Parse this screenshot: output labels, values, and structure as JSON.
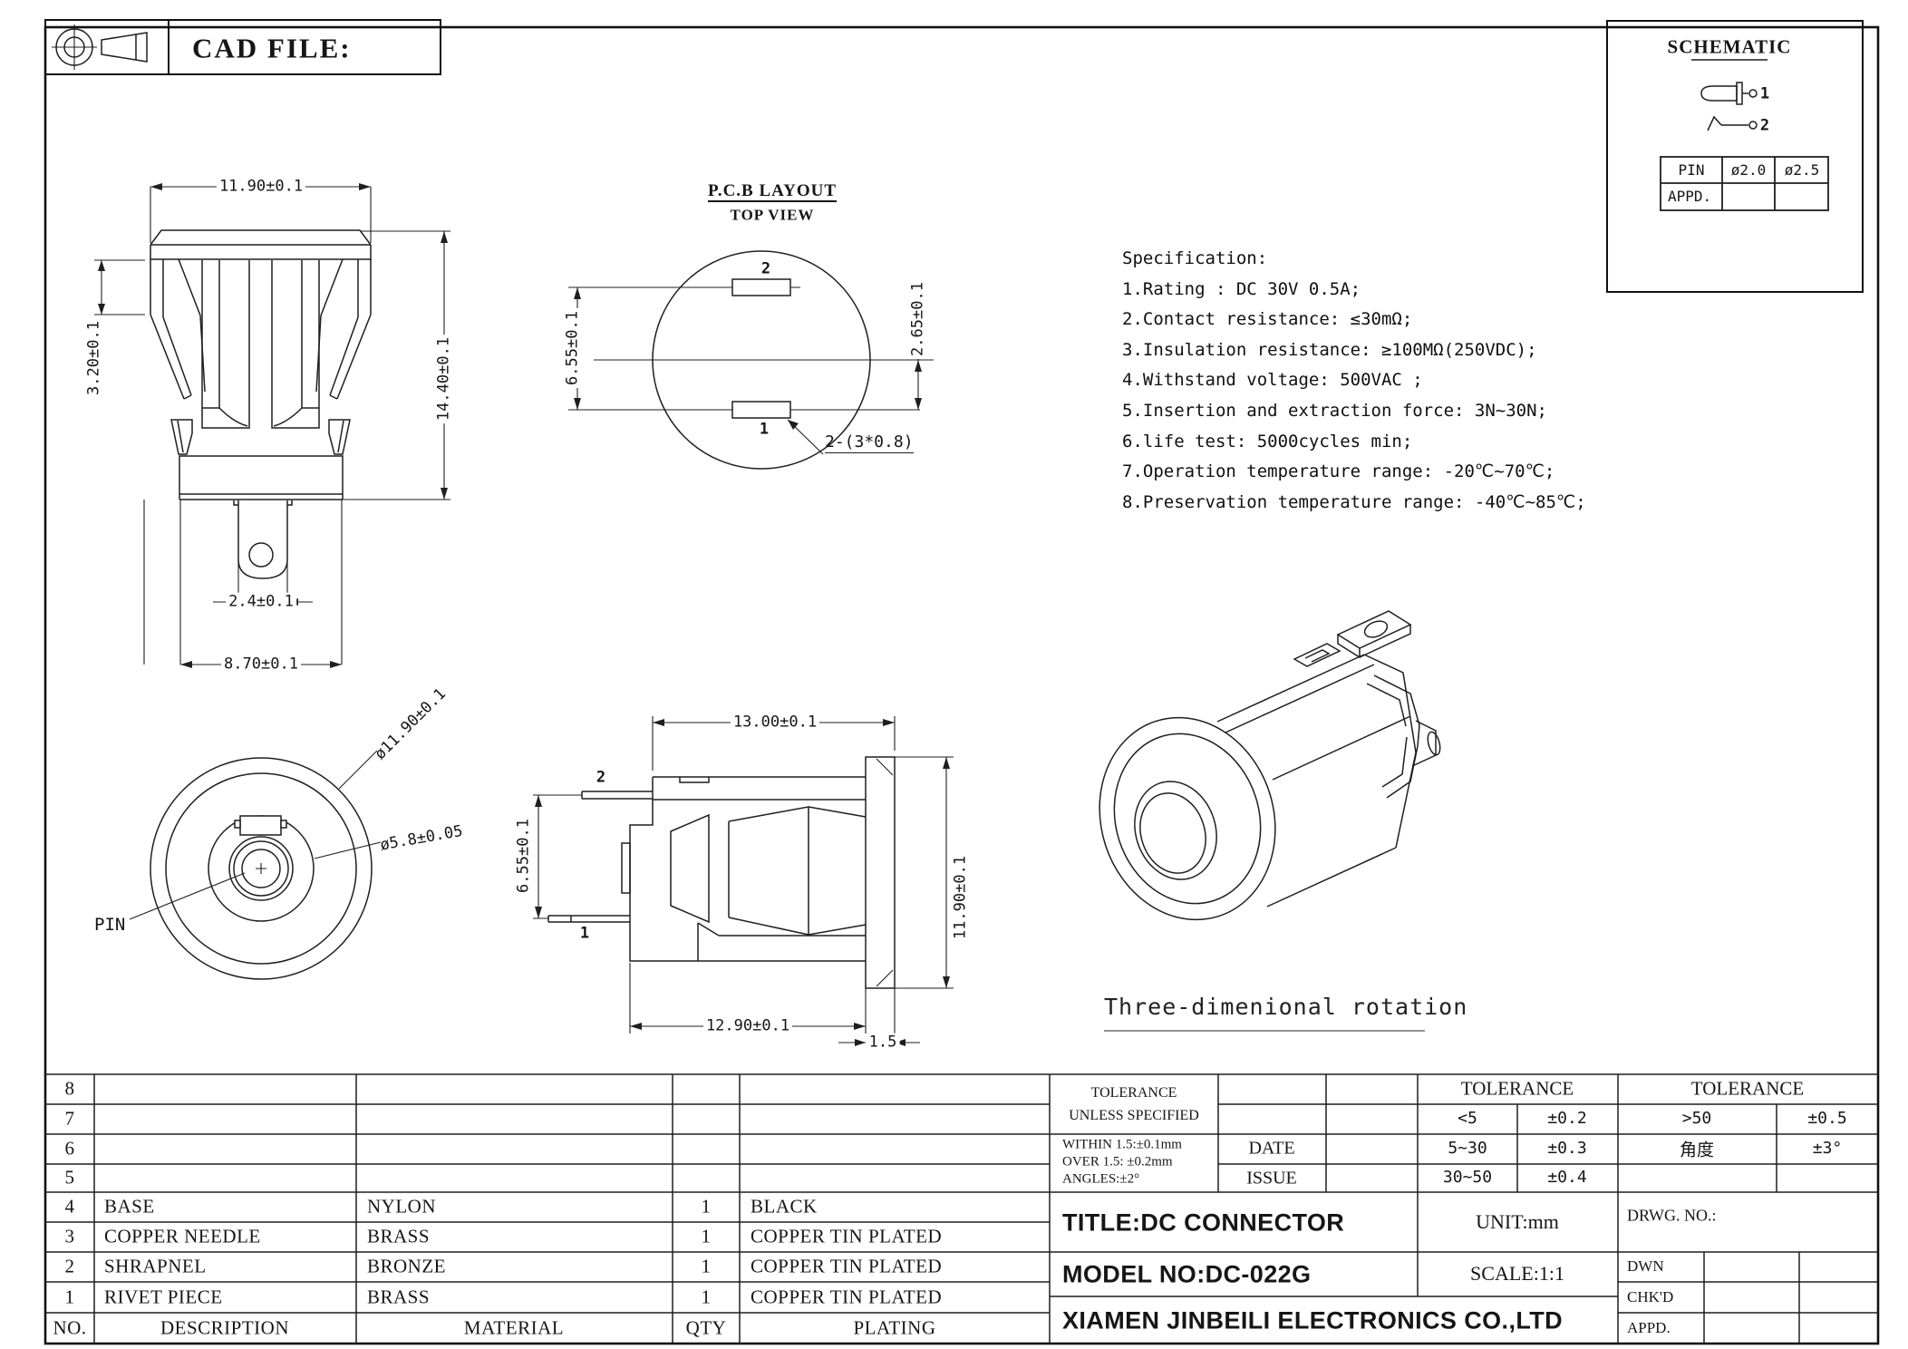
{
  "sheet": {
    "cad_file_label": "CAD FILE:"
  },
  "schematic": {
    "title": "SCHEMATIC",
    "plug_pin_label": "1",
    "plug_sleeve_label": "2",
    "table": {
      "r1c1": "PIN",
      "r1c2": "ø2.0",
      "r1c3": "ø2.5",
      "r2c1": "APPD.",
      "r2c2": "",
      "r2c3": ""
    }
  },
  "specification": {
    "lines": [
      "Specification:",
      "1.Rating : DC 30V 0.5A;",
      "2.Contact resistance: ≤30mΩ;",
      "3.Insulation resistance: ≥100MΩ(250VDC);",
      "4.Withstand voltage: 500VAC ;",
      "5.Insertion and extraction force: 3N~30N;",
      "6.life test: 5000cycles min;",
      "7.Operation temperature range: -20℃~70℃;",
      "8.Preservation temperature range: -40℃~85℃;"
    ]
  },
  "views": {
    "front": {
      "dim_width": "11.90±0.1",
      "dim_latch": "3.20±0.1",
      "dim_height": "14.40±0.1",
      "dim_tab": "2.4±0.1",
      "dim_base": "8.70±0.1"
    },
    "pcb": {
      "title": "P.C.B LAYOUT",
      "subtitle": "TOP VIEW",
      "pad_top": "2",
      "pad_bottom": "1",
      "dim_pitch": "6.55±0.1",
      "dim_offset": "2.65±0.1",
      "hole_note": "2-(3*0.8)"
    },
    "bottom": {
      "pin_label": "PIN",
      "dim_outer": "ø11.90±0.1",
      "dim_inner": "ø5.8±0.05"
    },
    "side": {
      "pin_top": "2",
      "pin_bottom": "1",
      "dim_top": "13.00±0.1",
      "dim_left": "6.55±0.1",
      "dim_right": "11.90±0.1",
      "dim_bottom": "12.90±0.1",
      "dim_flange": "1.5"
    },
    "iso": {
      "caption": "Three-dimenional rotation"
    }
  },
  "title_block": {
    "bom": {
      "headers": {
        "no": "NO.",
        "description": "DESCRIPTION",
        "material": "MATERIAL",
        "qty": "QTY",
        "plating": "PLATING"
      },
      "rows": [
        {
          "no": "8",
          "description": "",
          "material": "",
          "qty": "",
          "plating": ""
        },
        {
          "no": "7",
          "description": "",
          "material": "",
          "qty": "",
          "plating": ""
        },
        {
          "no": "6",
          "description": "",
          "material": "",
          "qty": "",
          "plating": ""
        },
        {
          "no": "5",
          "description": "",
          "material": "",
          "qty": "",
          "plating": ""
        },
        {
          "no": "4",
          "description": "BASE",
          "material": "NYLON",
          "qty": "1",
          "plating": "BLACK"
        },
        {
          "no": "3",
          "description": "COPPER NEEDLE",
          "material": "BRASS",
          "qty": "1",
          "plating": "COPPER TIN PLATED"
        },
        {
          "no": "2",
          "description": "SHRAPNEL",
          "material": "BRONZE",
          "qty": "1",
          "plating": "COPPER TIN PLATED"
        },
        {
          "no": "1",
          "description": "RIVET PIECE",
          "material": "BRASS",
          "qty": "1",
          "plating": "COPPER TIN PLATED"
        }
      ]
    },
    "tolerance_note": {
      "l1": "TOLERANCE",
      "l2": "UNLESS SPECIFIED"
    },
    "tolerance_detail": {
      "l1": "WITHIN 1.5:±0.1mm",
      "l2": "OVER 1.5: ±0.2mm",
      "l3": "ANGLES:±2°"
    },
    "date_label": "DATE",
    "issue_label": "ISSUE",
    "tol_mid": {
      "header": "TOLERANCE",
      "r1a": "<5",
      "r1b": "±0.2",
      "r2a": "5~30",
      "r2b": "±0.3",
      "r3a": "30~50",
      "r3b": "±0.4"
    },
    "tol_right": {
      "header": "TOLERANCE",
      "r1a": ">50",
      "r1b": "±0.5",
      "r2a": "角度",
      "r2b": "±3°"
    },
    "title": "TITLE:DC CONNECTOR",
    "model": "MODEL NO:DC-022G",
    "company": "XIAMEN JINBEILI ELECTRONICS CO.,LTD",
    "unit": "UNIT:mm",
    "scale": "SCALE:1:1",
    "drwg_label": "DRWG. NO.:",
    "dwn_label": "DWN",
    "chkd_label": "CHK'D",
    "appd_label": "APPD."
  }
}
